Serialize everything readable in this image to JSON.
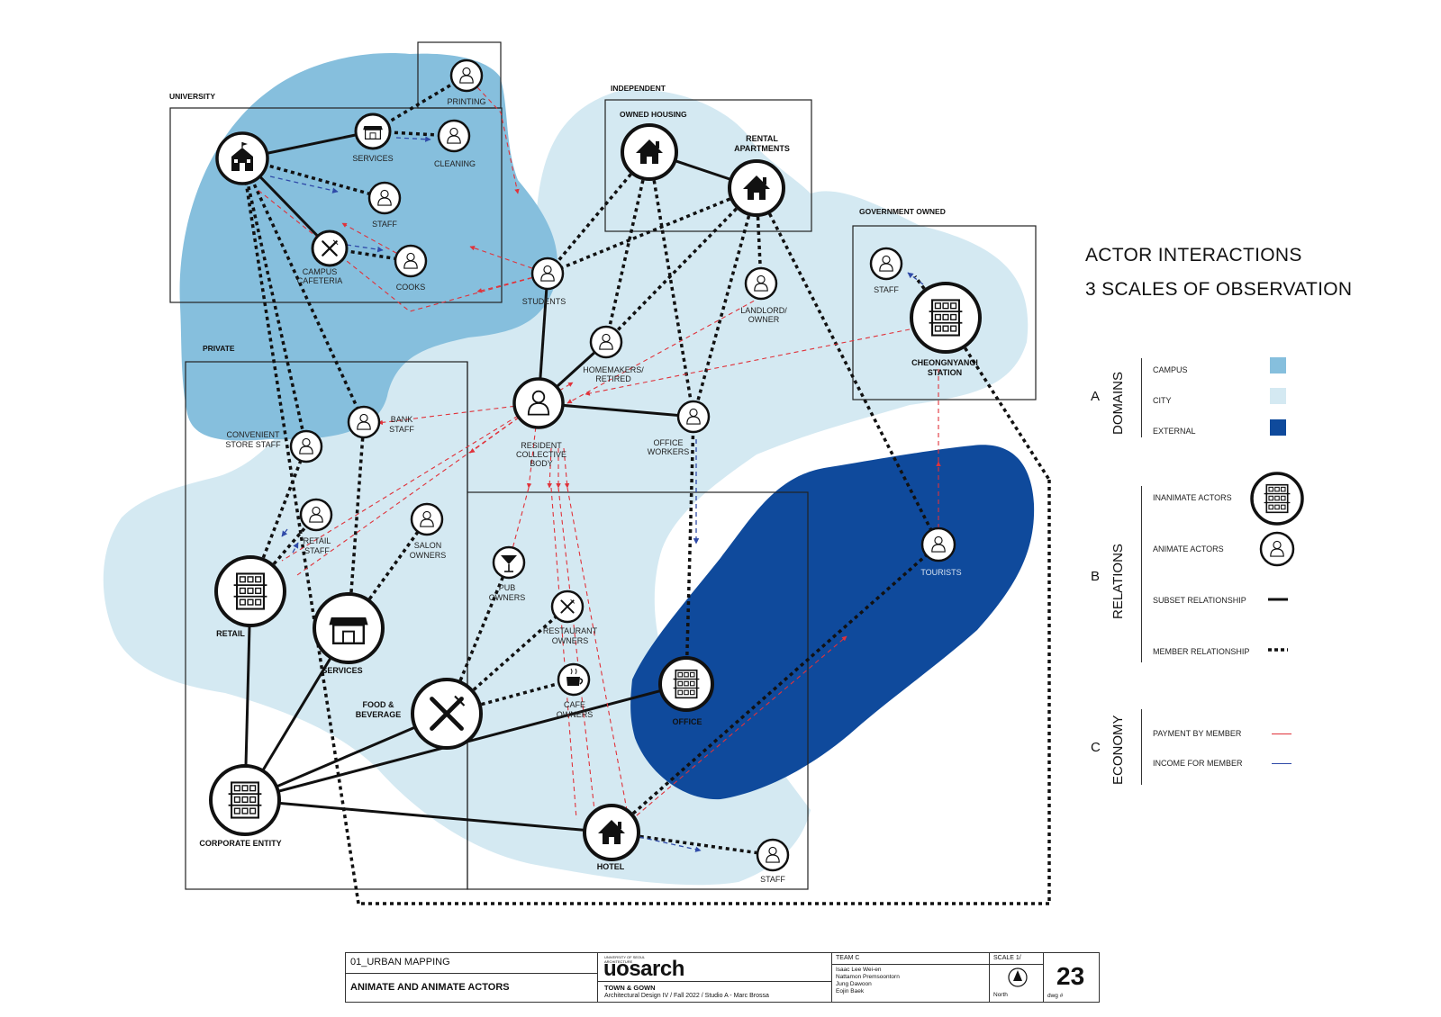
{
  "domains": {
    "university": "UNIVERSITY",
    "independent": "INDEPENDENT",
    "owned_housing": "OWNED HOUSING",
    "government_owned": "GOVERNMENT OWNED",
    "private": "PRIVATE"
  },
  "actors": {
    "printing": "PRINTING",
    "services_univ": "SERVICES",
    "cleaning": "CLEANING",
    "staff_univ": "STAFF",
    "campus_cafeteria_1": "CAMPUS",
    "campus_cafeteria_2": "CAFETERIA",
    "cooks": "COOKS",
    "students": "STUDENTS",
    "rental_1": "RENTAL",
    "rental_2": "APARTMENTS",
    "landlord_1": "LANDLORD/",
    "landlord_2": "OWNER",
    "homemakers_1": "HOMEMAKERS/",
    "homemakers_2": "RETIRED",
    "resident_1": "RESIDENT",
    "resident_2": "COLLECTIVE",
    "resident_3": "BODY",
    "office_workers_1": "OFFICE",
    "office_workers_2": "WORKERS",
    "staff_gov": "STAFF",
    "station_1": "CHEONGNYANGI",
    "station_2": "STATION",
    "tourists": "TOURISTS",
    "bank_1": "BANK",
    "bank_2": "STAFF",
    "convenient_1": "CONVENIENT",
    "convenient_2": "STORE STAFF",
    "retail_staff_1": "RETAIL",
    "retail_staff_2": "STAFF",
    "salon_1": "SALON",
    "salon_2": "OWNERS",
    "pub_1": "PUB",
    "pub_2": "OWNERS",
    "restaurant_1": "RESTAURANT",
    "restaurant_2": "OWNERS",
    "cafe_1": "CAFE",
    "cafe_2": "OWNERS",
    "retail": "RETAIL",
    "services": "SERVICES",
    "food_1": "FOOD &",
    "food_2": "BEVERAGE",
    "office": "OFFICE",
    "corporate": "CORPORATE ENTITY",
    "hotel": "HOTEL",
    "staff_hotel": "STAFF"
  },
  "legend": {
    "title_1": "ACTOR INTERACTIONS",
    "title_2": "3 SCALES OF OBSERVATION",
    "a_letter": "A",
    "a_label": "DOMAINS",
    "campus": "CAMPUS",
    "city": "CITY",
    "external": "EXTERNAL",
    "b_letter": "B",
    "b_label": "RELATIONS",
    "inanimate": "INANIMATE ACTORS",
    "animate": "ANIMATE ACTORS",
    "subset": "SUBSET RELATIONSHIP",
    "member": "MEMBER RELATIONSHIP",
    "c_letter": "C",
    "c_label": "ECONOMY",
    "payment": "PAYMENT BY MEMBER",
    "income": "INCOME FOR MEMBER"
  },
  "colors": {
    "campus": "#86bfdd",
    "city": "#d4e9f2",
    "external": "#0f4a9c",
    "payment": "#e0323a",
    "income": "#2f4aa8",
    "line": "#111111"
  },
  "title_block": {
    "section": "01_URBAN MAPPING",
    "drawing_title": "ANIMATE AND ANIMATE ACTORS",
    "logo_small_1": "UNIVERSITY OF SEOUL",
    "logo_small_2": "ARCHITECTURE",
    "logo": "uosarch",
    "course": "TOWN & GOWN",
    "course_detail": "Architectural Design IV / Fall 2022 / Studio A - Marc Brossa",
    "team": "TEAM C",
    "member_1": "Isaac Lee Wei-en",
    "member_2": "Nattamon Premsoontorn",
    "member_3": "Jung Dawoon",
    "member_4": "Eojin Baek",
    "scale": "SCALE 1/",
    "north": "North",
    "dwg_label": "dwg #",
    "dwg_no": "23"
  }
}
